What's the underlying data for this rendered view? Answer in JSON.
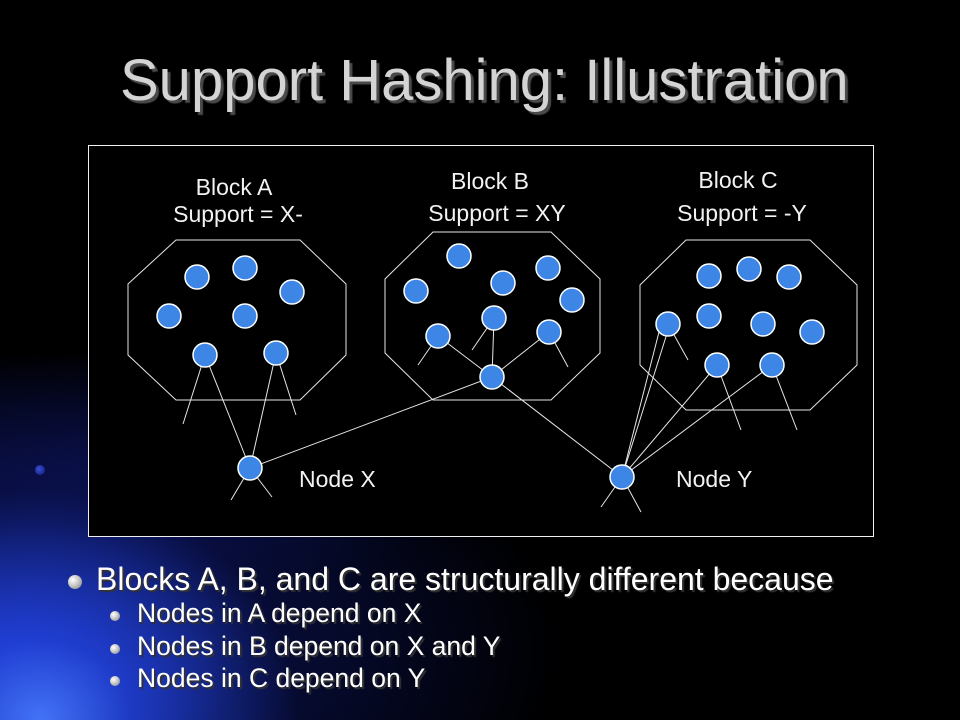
{
  "title": "Support Hashing: Illustration",
  "diagram": {
    "blocks": [
      {
        "label": "Block A",
        "support": "Support = X-"
      },
      {
        "label": "Block B",
        "support": "Support = XY"
      },
      {
        "label": "Block C",
        "support": "Support = -Y"
      }
    ],
    "nodes": [
      {
        "label": "Node X"
      },
      {
        "label": "Node Y"
      }
    ]
  },
  "bullets": [
    {
      "text": "Blocks A, B, and C are structurally different because",
      "sub_items": [
        "Nodes in A depend on X",
        "Nodes in B depend on X and Y",
        "Nodes in C depend on Y"
      ]
    }
  ],
  "theme": {
    "background": "#000000",
    "accent_blue": "#3d86e6",
    "title_color": "#d4d4d4",
    "text_color": "#ffffff"
  }
}
